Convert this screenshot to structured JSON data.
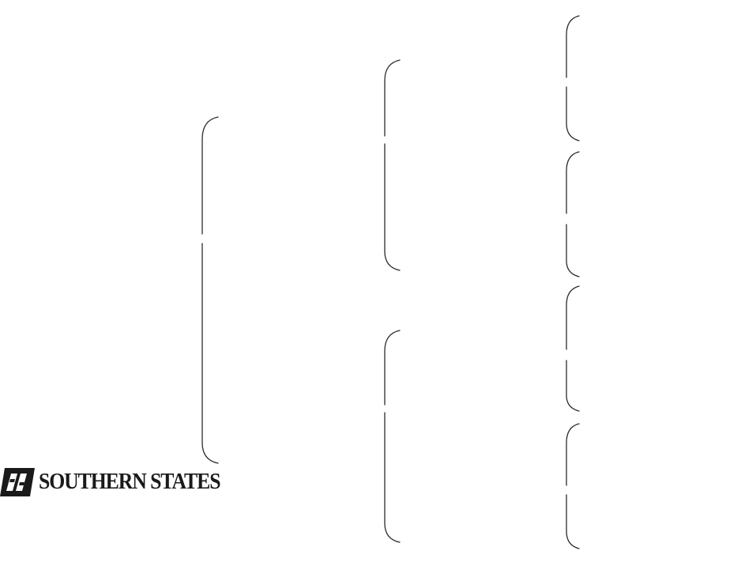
{
  "logo": {
    "brand": "SOUTHERN STATES",
    "mark_icon": "southern-states-logo-mark",
    "color": "#1a1a1a"
  },
  "diagram": {
    "type": "bracket-tree",
    "line_color": "#2b2b2b",
    "levels": [
      {
        "level": 1,
        "brackets": [
          "root-bracket"
        ]
      },
      {
        "level": 2,
        "brackets": [
          "upper-bracket",
          "lower-bracket"
        ]
      },
      {
        "level": 3,
        "brackets": [
          "bracket-1",
          "bracket-2",
          "bracket-3",
          "bracket-4"
        ]
      }
    ]
  }
}
